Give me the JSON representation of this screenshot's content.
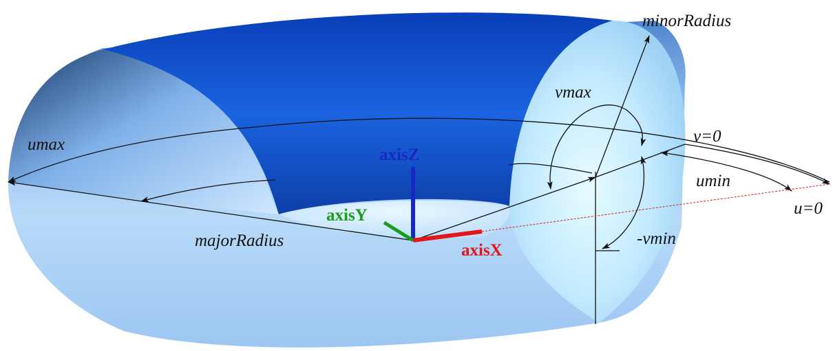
{
  "labels": {
    "minor_radius": "minorRadius",
    "major_radius": "majorRadius",
    "vmax": "vmax",
    "neg_vmin": "-vmin",
    "umax": "umax",
    "umin": "umin",
    "v_zero": "v=0",
    "u_zero": "u=0"
  },
  "axes": {
    "x": {
      "label": "axisX",
      "color": "#e3161b"
    },
    "y": {
      "label": "axisY",
      "color": "#1a9e1a"
    },
    "z": {
      "label": "axisZ",
      "color": "#1a27c7"
    }
  },
  "colors": {
    "outer_surface": "#a6cdf5",
    "inner_surface": "#1257d6",
    "guide_lines": "#111111",
    "u_zero_dashed": "#d04040"
  }
}
